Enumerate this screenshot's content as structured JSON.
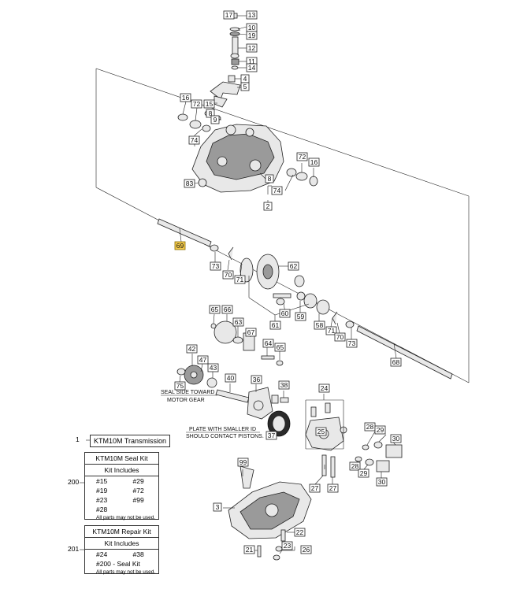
{
  "callouts": {
    "c17": "17",
    "c13": "13",
    "c10": "10",
    "c19": "19",
    "c12": "12",
    "c11": "11",
    "c14": "14",
    "c4": "4",
    "c5": "5",
    "c16a": "16",
    "c72a": "72",
    "c15": "15",
    "c8a": "8",
    "c9": "9",
    "c74a": "74",
    "c72b": "72",
    "c16b": "16",
    "c83": "83",
    "c8b": "8",
    "c74b": "74",
    "c2": "2",
    "c69": "69",
    "c73a": "73",
    "c70a": "70",
    "c71a": "71",
    "c62": "62",
    "c60": "60",
    "c59": "59",
    "c58": "58",
    "c61": "61",
    "c71b": "71",
    "c70b": "70",
    "c73b": "73",
    "c68": "68",
    "c65a": "65",
    "c66": "66",
    "c63": "63",
    "c67": "67",
    "c64": "64",
    "c65b": "65",
    "c42": "42",
    "c47": "47",
    "c43": "43",
    "c75": "75",
    "c40": "40",
    "c36": "36",
    "c38": "38",
    "c24": "24",
    "c37": "37",
    "c28a": "28",
    "c29a": "29",
    "c30a": "30",
    "c25": "25",
    "c28b": "28",
    "c29b": "29",
    "c30b": "30",
    "c27a": "27",
    "c27b": "27",
    "c99": "99",
    "c3": "3",
    "c22": "22",
    "c21": "21",
    "c23": "23",
    "c26": "26",
    "c1": "1",
    "c200": "200",
    "c201": "201"
  },
  "notes": {
    "seal_side_1": "SEAL SIDE TOWARD",
    "seal_side_2": "MOTOR GEAR",
    "plate_1": "PLATE WITH SMALLER ID",
    "plate_2": "SHOULD CONTACT PISTONS."
  },
  "title_box": "KTM10M Transmission",
  "seal_kit": {
    "title": "KTM10M Seal Kit",
    "subtitle": "Kit Includes",
    "rows": [
      [
        "#15",
        "#29"
      ],
      [
        "#19",
        "#72"
      ],
      [
        "#23",
        "#99"
      ],
      [
        "#28",
        ""
      ]
    ],
    "footnote": "All parts may not be used."
  },
  "repair_kit": {
    "title": "KTM10M Repair Kit",
    "subtitle": "Kit Includes",
    "rows": [
      [
        "#24",
        "#38"
      ],
      [
        "#200 - Seal Kit",
        ""
      ]
    ],
    "footnote": "All parts may not be used."
  },
  "colors": {
    "highlight": "#f2c94c"
  }
}
